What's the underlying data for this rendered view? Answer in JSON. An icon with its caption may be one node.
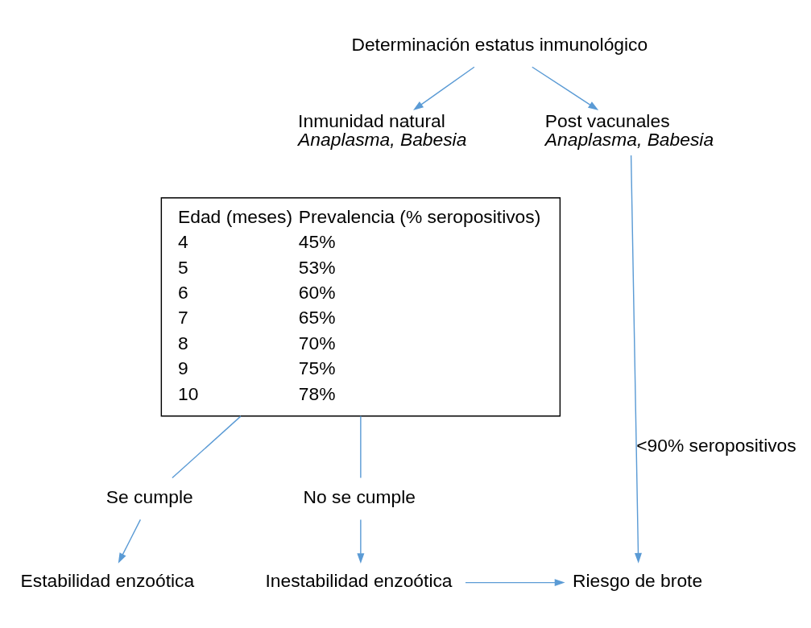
{
  "diagram": {
    "nodes": [
      {
        "text": [
          "Determinación estatus inmunológico"
        ]
      },
      {
        "text": [
          "Inmunidad natural",
          "Anaplasma, Babesia"
        ]
      },
      {
        "text": [
          "Post vacunales",
          "Anaplasma, Babesia"
        ]
      },
      {
        "text": [
          "Edad (meses)",
          "Prevalencia (% seropositivos)",
          "4",
          "45%",
          "5",
          "53%",
          "6",
          "60%",
          "7",
          "65%",
          "8",
          "70%",
          "9",
          "75%",
          "10",
          "78%"
        ]
      },
      {
        "text": [
          "Se cumple"
        ]
      },
      {
        "text": [
          "No se cumple"
        ]
      },
      {
        "text": [
          "Estabilidad enzoótica"
        ]
      },
      {
        "text": [
          "Inestabilidad enzoótica"
        ]
      },
      {
        "text": [
          "Riesgo de brote"
        ]
      }
    ],
    "edges": [
      {
        "from": 0,
        "to": 1,
        "arrow": "to"
      },
      {
        "from": 0,
        "to": 2,
        "arrow": "to"
      },
      {
        "from": 3,
        "to": 4,
        "arrow": "none"
      },
      {
        "from": 3,
        "to": 5,
        "arrow": "none"
      },
      {
        "from": 4,
        "to": 6,
        "arrow": "to"
      },
      {
        "from": 5,
        "to": 7,
        "arrow": "to"
      },
      {
        "from": 7,
        "to": 8,
        "arrow": "to"
      },
      {
        "from": 2,
        "to": 8,
        "arrow": "to",
        "label": "<90% seropositivos"
      }
    ]
  }
}
